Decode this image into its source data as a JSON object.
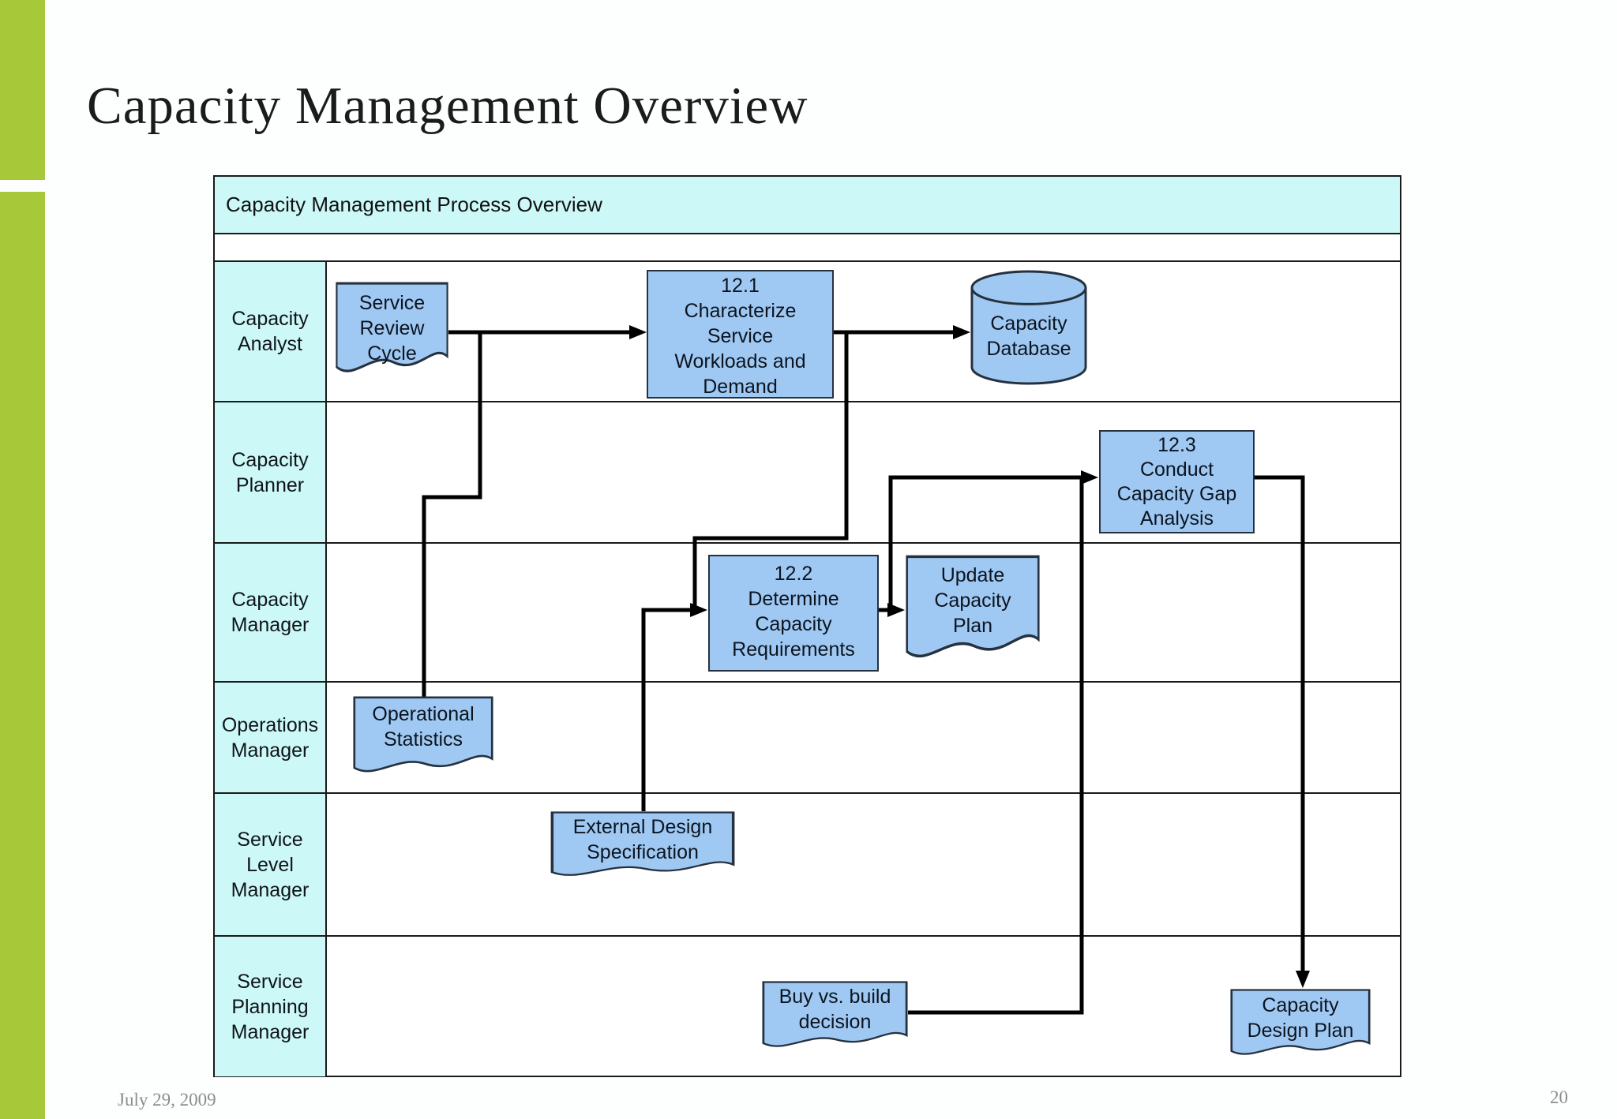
{
  "slide": {
    "title": "Capacity Management Overview",
    "footer_date": "July 29, 2009",
    "page_number": "20",
    "accent_color": "#a7c839",
    "background_color": "#ffffff"
  },
  "diagram": {
    "title": "Capacity Management Process Overview",
    "colors": {
      "lane_fill": "#ccf8f8",
      "shape_fill": "#9fc9f2",
      "shape_border": "#263140",
      "grid_border": "#1a1a1a",
      "connector": "#000000"
    },
    "lanes": [
      {
        "label": "Capacity\nAnalyst"
      },
      {
        "label": "Capacity\nPlanner"
      },
      {
        "label": "Capacity\nManager"
      },
      {
        "label": "Operations\nManager"
      },
      {
        "label": "Service\nLevel\nManager"
      },
      {
        "label": "Service\nPlanning\nManager"
      }
    ],
    "shapes": {
      "service_review_cycle": {
        "type": "document",
        "lane": "Capacity Analyst",
        "label": "Service\nReview\nCycle"
      },
      "step_12_1": {
        "type": "process",
        "lane": "Capacity Analyst",
        "label": "12.1\nCharacterize\nService\nWorkloads and\nDemand"
      },
      "capacity_database": {
        "type": "database",
        "lane": "Capacity Analyst",
        "label": "Capacity\nDatabase"
      },
      "step_12_3": {
        "type": "process",
        "lane": "Capacity Planner",
        "label": "12.3\nConduct\nCapacity Gap\nAnalysis"
      },
      "step_12_2": {
        "type": "process",
        "lane": "Capacity Manager",
        "label": "12.2\nDetermine\nCapacity\nRequirements"
      },
      "update_capacity_plan": {
        "type": "document",
        "lane": "Capacity Manager",
        "label": "Update\nCapacity\nPlan"
      },
      "operational_statistics": {
        "type": "document",
        "lane": "Operations Manager",
        "label": "Operational\nStatistics"
      },
      "external_design_specification": {
        "type": "document",
        "lane": "Service Level Manager",
        "label": "External Design\nSpecification"
      },
      "buy_vs_build_decision": {
        "type": "document",
        "lane": "Service Planning Manager",
        "label": "Buy vs. build\ndecision"
      },
      "capacity_design_plan": {
        "type": "document",
        "lane": "Service Planning Manager",
        "label": "Capacity\nDesign Plan"
      }
    },
    "connections": [
      {
        "from": "service_review_cycle",
        "to": "step_12_1"
      },
      {
        "from": "operational_statistics",
        "to": "step_12_1"
      },
      {
        "from": "step_12_1",
        "to": "capacity_database"
      },
      {
        "from": "step_12_1",
        "to": "step_12_2"
      },
      {
        "from": "external_design_specification",
        "to": "step_12_2"
      },
      {
        "from": "step_12_2",
        "to": "update_capacity_plan"
      },
      {
        "from": "step_12_2",
        "to": "step_12_3"
      },
      {
        "from": "buy_vs_build_decision",
        "to": "step_12_3"
      },
      {
        "from": "step_12_3",
        "to": "capacity_design_plan"
      }
    ]
  }
}
